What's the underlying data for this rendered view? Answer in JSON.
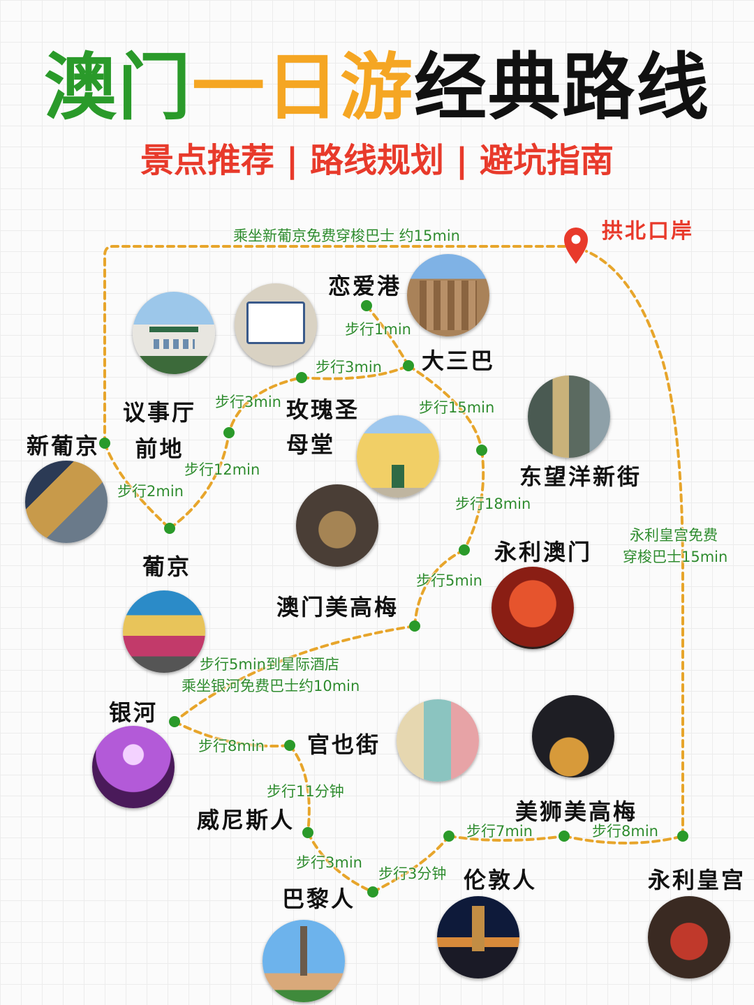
{
  "title": {
    "part1": "澳门",
    "part2": "一日游",
    "part3": "经典路线",
    "colors": {
      "part1": "#2a9a2a",
      "part2": "#f5a623",
      "part3": "#111111"
    }
  },
  "subtitle": "景点推荐 | 路线规划 | 避坑指南",
  "origin": {
    "label": "拱北口岸",
    "icon": "map-pin-icon",
    "color": "#e83a2b"
  },
  "stops": {
    "xinpujing": "新葡京",
    "yishiting": "议事厅\n前地",
    "lianaixiang": "恋爱港",
    "dasanba": "大三巴",
    "meiguisheng": "玫瑰圣\n母堂",
    "dongwangyang": "东望洋新街",
    "pujing": "葡京",
    "yongli": "永利澳门",
    "meigaomei": "澳门美高梅",
    "yinhe": "银河",
    "guanyejie": "官也街",
    "weinisiren": "威尼斯人",
    "bairen": "巴黎人",
    "lundunren": "伦敦人",
    "meishi": "美狮美高梅",
    "yonglihuanggong": "永利皇宫"
  },
  "segments": {
    "shuttle_xinpujing": "乘坐新葡京免费穿梭巴士 约15min",
    "walk_1min": "步行1min",
    "walk_3min_a": "步行3min",
    "walk_3min_b": "步行3min",
    "walk_15min": "步行15min",
    "walk_12min": "步行12min",
    "walk_2min": "步行2min",
    "walk_18min": "步行18min",
    "walk_5min": "步行5min",
    "galaxy_line1": "步行5min到星际酒店",
    "galaxy_line2": "乘坐银河免费巴士约10min",
    "walk_8min": "步行8min",
    "walk_11": "步行11分钟",
    "walk_3min_c": "步行3min",
    "walk_3fen": "步行3分钟",
    "walk_7min": "步行7min",
    "walk_8min_b": "步行8min",
    "wynn_line1": "永利皇宫免费",
    "wynn_line2": "穿梭巴士15min"
  },
  "colors": {
    "route": "#e7a52b",
    "node": "#2a9a2a",
    "label": "#2e8b2e"
  }
}
